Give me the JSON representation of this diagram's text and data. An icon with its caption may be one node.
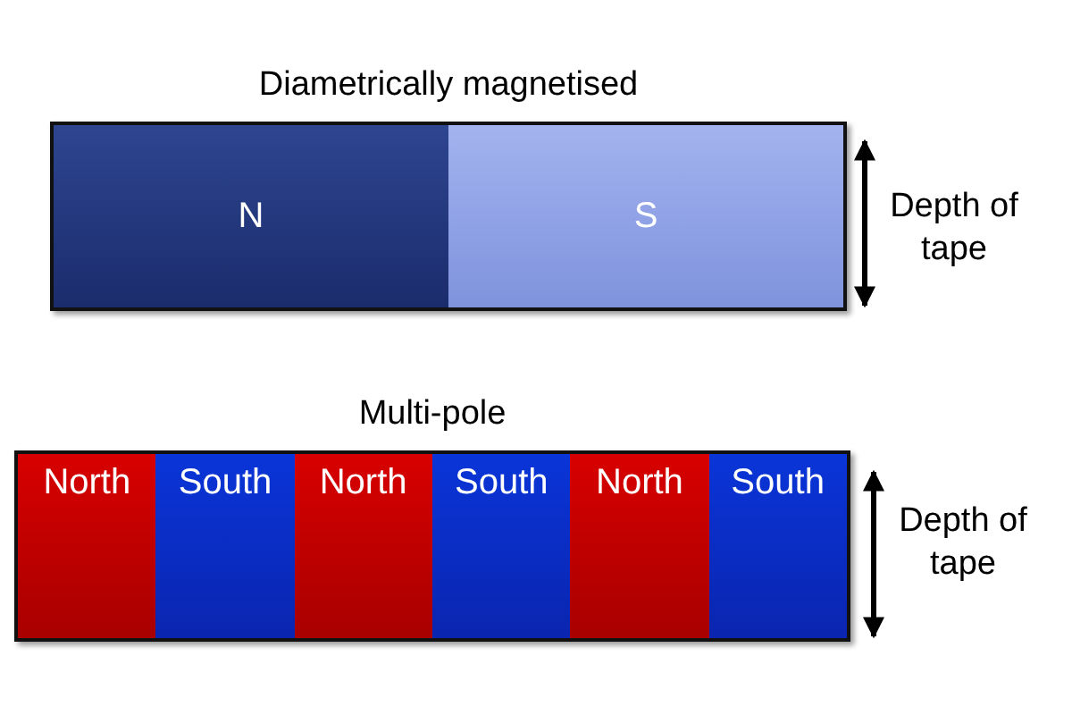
{
  "diagram": {
    "nodes": [
      {
        "text": [
          "Diametrically magnetised"
        ]
      },
      {
        "text": [
          "N"
        ],
        "in": 0
      },
      {
        "text": [
          "S"
        ],
        "in": 0
      },
      {
        "text": [
          "Multi-pole"
        ]
      },
      {
        "text": [
          "North"
        ],
        "in": 3
      },
      {
        "text": [
          "South"
        ],
        "in": 3
      },
      {
        "text": [
          "North"
        ],
        "in": 3
      },
      {
        "text": [
          "South"
        ],
        "in": 3
      },
      {
        "text": [
          "North"
        ],
        "in": 3
      },
      {
        "text": [
          "South"
        ],
        "in": 3
      }
    ],
    "labels": [
      "Depth of tape",
      "Depth of tape"
    ]
  }
}
